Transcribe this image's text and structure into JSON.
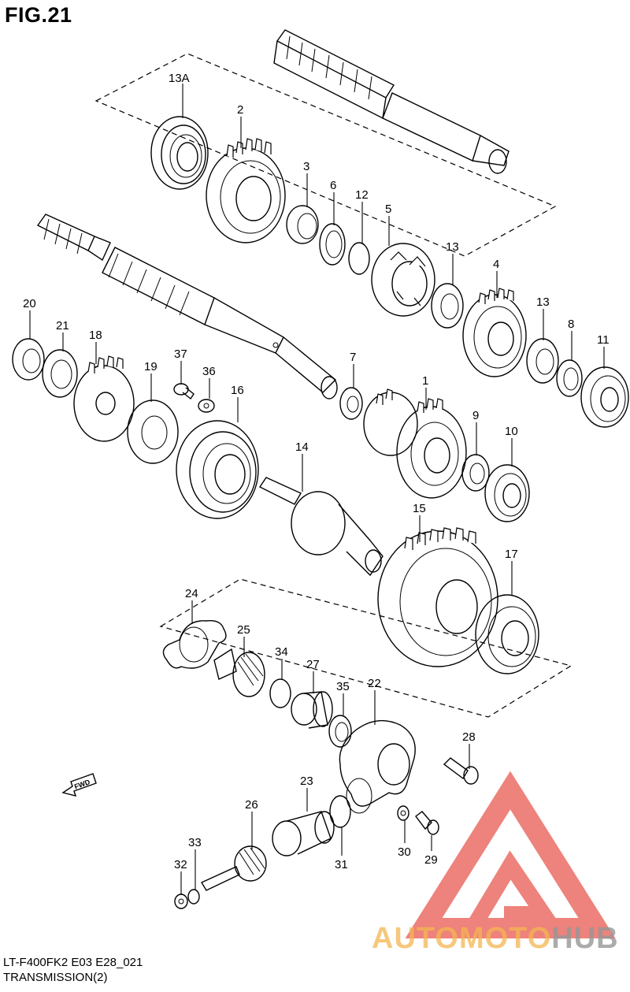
{
  "figure_title": "FIG.21",
  "footer": {
    "model_code": "LT-F400FK2 E03 E28_021",
    "section": "TRANSMISSION(2)"
  },
  "fwd_label": "FWD",
  "watermark": {
    "text_a": "AUTOMOTO",
    "text_b": "HUB",
    "color_triangle": "#e8534a",
    "color_a": "#f3b550",
    "color_b": "#969696"
  },
  "callouts": [
    "13A",
    "2",
    "3",
    "6",
    "12",
    "5",
    "13",
    "4",
    "13",
    "8",
    "11",
    "20",
    "21",
    "18",
    "37",
    "19",
    "36",
    "16",
    "7",
    "1",
    "9",
    "10",
    "14",
    "15",
    "17",
    "24",
    "25",
    "34",
    "27",
    "35",
    "22",
    "28",
    "23",
    "26",
    "33",
    "32",
    "31",
    "30",
    "29"
  ]
}
